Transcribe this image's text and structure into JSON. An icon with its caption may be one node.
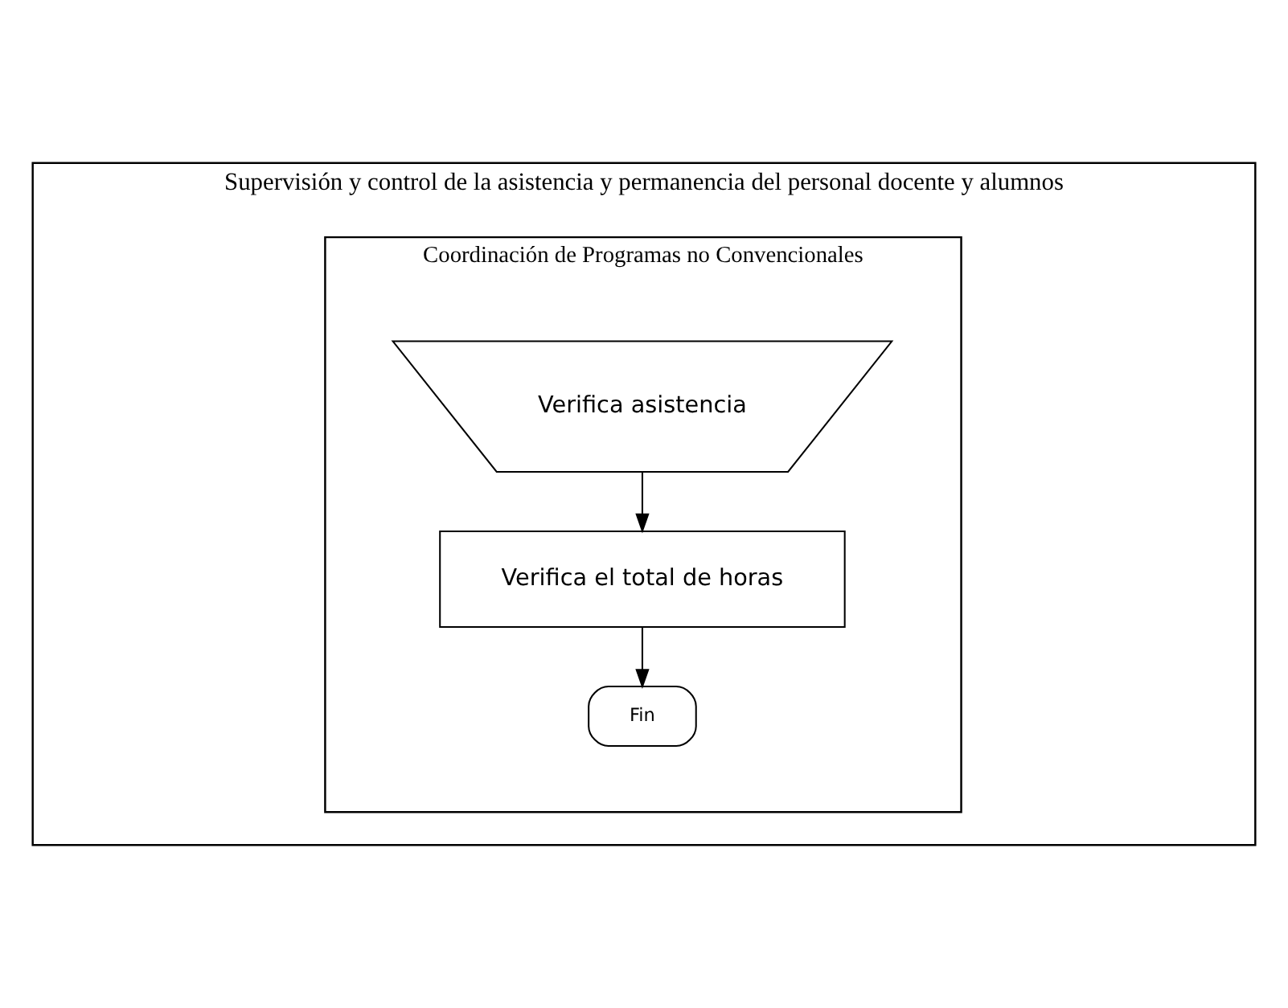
{
  "diagram": {
    "nodes": [
      {
        "text": [
          "Supervisión y control de la asistencia y permanencia del personal docente y alumnos"
        ]
      },
      {
        "text": [
          "Coordinación de Programas no Convencionales"
        ],
        "in": 0
      },
      {
        "text": [
          "Verifica asistencia"
        ],
        "in": 1
      },
      {
        "text": [
          "Verifica el total de horas"
        ],
        "in": 1
      },
      {
        "text": [
          "Fin"
        ],
        "in": 1
      }
    ],
    "edges": [
      {
        "from": 2,
        "to": 3,
        "arrow": "to"
      },
      {
        "from": 3,
        "to": 4,
        "arrow": "to"
      }
    ]
  }
}
